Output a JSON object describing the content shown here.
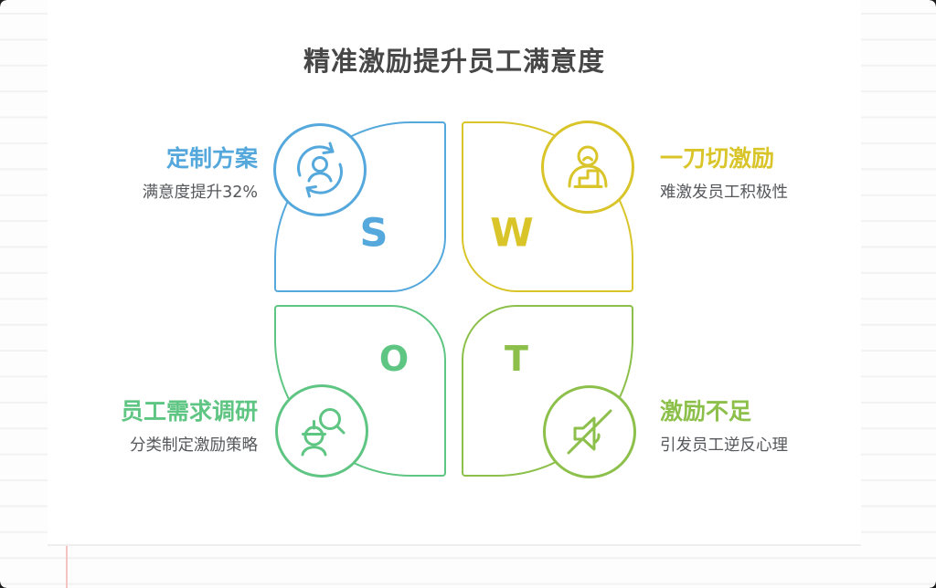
{
  "page": {
    "title": "精准激励提升员工满意度"
  },
  "colors": {
    "title_text": "#474747",
    "body_text": "#55575b",
    "strength_blue": "#55a8dc",
    "weakness_yellow": "#d9c52a",
    "opportunity_green": "#5fc582",
    "threat_olive": "#8cc04a",
    "paper_line": "#f3f1f1",
    "margin_line": "#f4c5c0",
    "card_bg": "#ffffff"
  },
  "quadrants": [
    {
      "id": "strength",
      "letter": "S",
      "label": "定制方案",
      "desc": "满意度提升32%",
      "color": "#55a8dc",
      "icon": "person-sync-icon"
    },
    {
      "id": "weakness",
      "letter": "W",
      "label": "一刀切激励",
      "desc": "难激发员工积极性",
      "color": "#d9c52a",
      "icon": "person-blocks-icon"
    },
    {
      "id": "opportunity",
      "letter": "O",
      "label": "员工需求调研",
      "desc": "分类制定激励策略",
      "color": "#5fc582",
      "icon": "person-magnifier-icon"
    },
    {
      "id": "threat",
      "letter": "T",
      "label": "激励不足",
      "desc": "引发员工逆反心理",
      "color": "#8cc04a",
      "icon": "muted-speaker-icon"
    }
  ]
}
